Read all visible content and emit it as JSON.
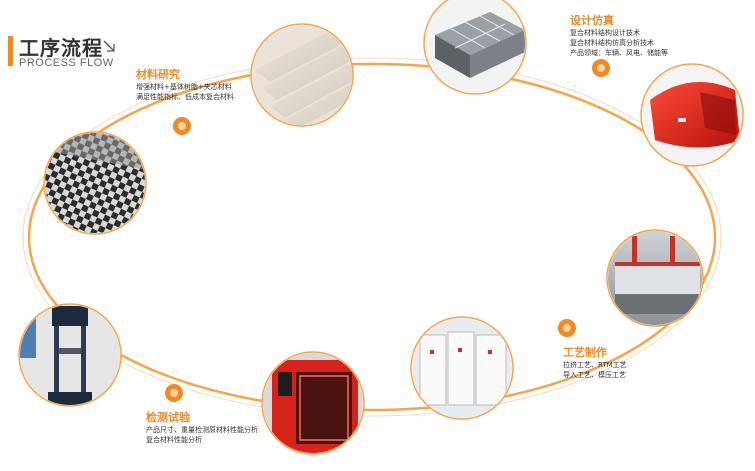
{
  "header": {
    "title": "工序流程",
    "subtitle": "PROCESS FLOW",
    "icon": "arrow-down-right-icon"
  },
  "colors": {
    "accent": "#f08a24",
    "text": "#333333",
    "ring": "#f5a64a"
  },
  "stages": {
    "material": {
      "title": "材料研究",
      "lines": [
        "增强材料+基体树脂+夹芯材料",
        "满足性能指标、低成本复合材料"
      ]
    },
    "design": {
      "title": "设计仿真",
      "lines": [
        "复合材料结构设计技术",
        "复合材料结构仿真分析技术",
        "产品领域：车辆、风电、储能等"
      ]
    },
    "process": {
      "title": "工艺制作",
      "lines": [
        "拉挤工艺、RTM工艺",
        "导入工艺、模压工艺"
      ]
    },
    "testing": {
      "title": "检测试验",
      "lines": [
        "产品尺寸、重量检测原材料性能分析",
        "复合材料性能分析"
      ]
    }
  },
  "photos": [
    {
      "name": "photo-composite-panels",
      "subject": "stacked white panels"
    },
    {
      "name": "photo-battery-module",
      "subject": "battery enclosure model"
    },
    {
      "name": "photo-red-vehicle-part",
      "subject": "red molded shell"
    },
    {
      "name": "photo-production-line",
      "subject": "pultrusion line"
    },
    {
      "name": "photo-finished-panels",
      "subject": "white box panels"
    },
    {
      "name": "photo-test-chamber",
      "subject": "red test chamber"
    },
    {
      "name": "photo-testing-machine",
      "subject": "tensile testing machine"
    },
    {
      "name": "photo-woven-fiber",
      "subject": "woven fiber cloth"
    }
  ]
}
